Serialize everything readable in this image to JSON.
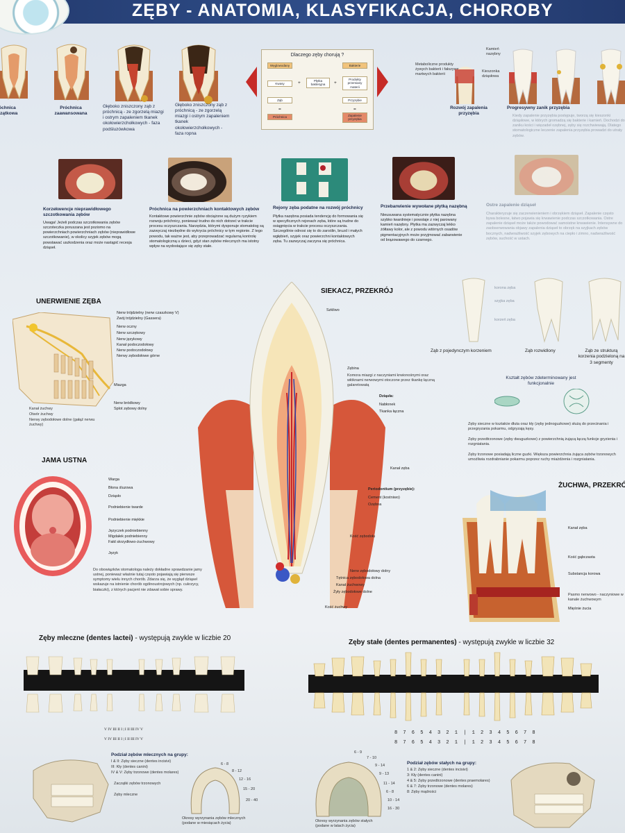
{
  "header": {
    "title": "ZĘBY - ANATOMIA, KLASYFIKACJA, CHOROBY"
  },
  "caries_stages": [
    {
      "label": "Próchnica początkowa"
    },
    {
      "label": "Próchnica zaawansowana"
    },
    {
      "label": "Głęboko zniszczony ząb z próchnicą - ze zgorzelą miazgi i ostrym zapaleniem tkanek okołowierzchołkowych - faza podśluzówkowa"
    },
    {
      "label": "Głęboko zniszczony ząb z próchnicą - ze zgorzelą miazgi i ostrym zapaleniem tkanek okołowierzchołkowych - faza ropna"
    }
  ],
  "flow_chart": {
    "title": "Dlaczego zęby chorują ?",
    "boxes": [
      "Węglowodany",
      "Bakterie",
      "Kwasy",
      "Płytka bakteryjna",
      "Produkty przemiany materii",
      "Ząb",
      "Przyzębie",
      "Próchnica",
      "Zapalenie przyzębia"
    ],
    "plus": "+",
    "equals": "="
  },
  "gum_disease": {
    "bacteria_label": "Metaboliczne produkty żywych bakterii i fałszywe martwych bakterii",
    "labels": [
      "Kamień nazębny",
      "Kieszonka dziąsłowa"
    ],
    "caption1": "Rozwój zapalenia przyzębia",
    "caption2": "Progresywny zanik przyzębia",
    "text": "Kiedy zapalenie przyzębia postępuje, tworzą się kieszonki dziąsłowe, w których gromadzą się bakterie i kamień. Dochodzi do zaniku kości i więzadeł ozębnej, zęby się rozchwiewają. Dlatego stomatologiczne leczenie zapalenia przyzębia prowadzi do utraty zębów."
  },
  "conditions": [
    {
      "title": "Korzekwencje nieprawidłowego szczotkowania zębów",
      "text": "Uwaga! Jeżeli podczas szczotkowania zębów szczoteczka poruszana jest poziomo na powierzchniach powierzchniach zębów (nieprawidłowe szczotkowanie), w okolicy szyjek zębów mogą powstawać uszkodzenia oraz może nastąpić recesja dziąseł."
    },
    {
      "title": "Próchnica na powierzchniach kontaktowych zębów",
      "text": "Kontaktowe powierzchnie zębów obciążone są dużym ryzykiem rozwoju próchnicy, ponieważ trudno do nich dotrzeć w trakcie procesu oczyszczania. Narzędzia, którymi dysponuje stomatolog są zazwyczaj niezbędne do wykrycia próchnicy w tym regionie. Z tego powodu, tak ważne jest, aby przeprowadzać regularną kontrolę stomatologiczną u dzieci, gdyż stan zębów mlecznych ma istotny wpływ na wydostające się zęby stałe."
    },
    {
      "title": "Rejony zęba podatne na rozwój próchnicy",
      "text": "Płytka nazębna posiada tendencję do formowania się w specyficznych rejonach zęba, które są trudne do osiągnięcia w trakcie procesu oczyszczania. Szczególnie odnosi się to do zaroślin, bruzd i małych wgłębień, szyjek oraz powierzchni kontaktowych zęba. Tu zazwyczaj zaczyna się próchnica."
    },
    {
      "title": "Przebarwienie wywołane płytką nazębną",
      "text": "Nieusuwana systematycznie płytka nazębna szybko twardnieje i powstaje z niej parowany kamień nazębny. Płytka ma zazwyczaj lekko żółtawy kolor, ale z powodu wtórnych osadów pigmentacyjnych może przyjmować zabarwienie od brązowawego do czarnego."
    },
    {
      "title": "Ostre zapalenie dziąseł",
      "text": "Charakteryzuje się zaczerwienieniem i obrzękiem dziąseł. Zapalenie często bywa bolesne, łatwo pojawia się krwawienie podczas szczotkowania. Ostre zapalenie dziąseł może także powodować samoistne krwawienie. Intensywne do zaobserwowania objawy zapalenia dziąseł to obrzęk na szyjkach zębów bocznych, nadwrażliwość szyjek zębowych na ciepło i zimno, nadwrażliwość zębów, suchość w ustach."
    }
  ],
  "innervation": {
    "heading": "UNERWIENIE ZĘBA",
    "labels": [
      "Nerw trójdzielny (nerw czaszkowy V)",
      "Zwój trójdzielny (Gassera)",
      "Nerw oczny",
      "Nerw szczękowy",
      "Nerw językowy",
      "Kanał podoczodołowy",
      "Nerw podoczodołowy",
      "Nerwy zębodołowe górne",
      "Miazga",
      "Nerw bródkowy",
      "Splot zębowy dolny"
    ],
    "left_labels": [
      "Kanał żuchwy",
      "Otwór żuchwy",
      "Nerwy zębodołowe dolne (gałąź nerwu żuchwy)"
    ]
  },
  "mouth": {
    "heading": "JAMA USTNA",
    "labels": [
      "Warga",
      "Błona śluzowa",
      "Dziąsło",
      "Podniebienie twarde",
      "Podniebienie miękkie",
      "Języczek podniebienny",
      "Migdałek podniebienny",
      "Fałd skrzydłowo-żuchwowy",
      "Język"
    ],
    "text": "Do obowiązków stomatologa należy dokładne sprawdzanie jamy ustnej, ponieważ właśnie tutaj często pojawiają się pierwsze symptomy wielu innych chorób. Zdarza się, że wygląd dziąseł wskazuje na istnienie chorób ogólnoustrojowych (np. cukrzycy, białaczki), z których pacjent nie zdawał sobie sprawy."
  },
  "incisor": {
    "heading": "SIEKACZ, PRZEKRÓJ",
    "labels_right": [
      "Szkliwo",
      "Zębina",
      "Komora miazgi z naczyniami krwionośnymi oraz włóknami nerwowymi otoczone przez tkankę łączną galaretowatą",
      "Dziąsła:",
      "Nabłonek",
      "Tkanka łączna",
      "Kanał zęba",
      "Periodontium (przyzębie):",
      "Cement (kostniwo)",
      "Ozębna",
      "Kość zębodołu",
      "Nerw zębodołowy dolny",
      "Tętnica zębodołowa dolna",
      "Kanał żuchwowy",
      "Żyły zębodołowe dolne",
      "Kość żuchwy"
    ]
  },
  "tooth_types": {
    "labels": [
      "korona zęba",
      "szyjka zęba",
      "korzeń zęba"
    ],
    "captions": [
      "Ząb z pojedynczym korzeniem",
      "Ząb rozwidlony",
      "Ząb ze strukturą korzenia podzieloną na 3 segmenty"
    ],
    "shape_title": "Kształt zębów zdeterminowany jest funkcjonalnie",
    "paragraphs": [
      "Zęby sieczne w kształcie dłuta oraz kły (zęby jednoguzkowe) służą do przecinania i przegryzania pokarmu, odgryzają kęsy.",
      "Zęby przedtrzonowe (zęby dwuguzkowe) z powierzchnią żującą łączą funkcje gryzienia i rozgniatania.",
      "Zęby trzonowe posiadają liczne guzki. Większa powierzchnia żująca zębów trzonowych umożliwia rozdrabnianie pokarmu poprzez ruchy miażdżenia i rozgniatania."
    ]
  },
  "mandible": {
    "heading": "ŻUCHWA, PRZEKRÓJ",
    "labels": [
      "Kanał zęba",
      "Kość gąbczasta",
      "Substancja korowa",
      "Pasmo nerwowo - naczyniowe w kanale żuchwowym",
      "Mięśnie żucia"
    ]
  },
  "deciduous": {
    "heading_bold": "Zęby mleczne (dentes lactei)",
    "heading_rest": " - występują zwykle w liczbie 20",
    "numbering_top": "V IV III II I | I II III IV V",
    "numbering_bottom": "V IV III II I | I II III IV V",
    "groups_title": "Podział zębów mlecznych na grupy:",
    "groups": [
      "I & II: Zęby sieczne (dentes incisivi)",
      "III: Kły (dentes canini)",
      "IV & V: Zęby trzonowe (dentes molares)"
    ],
    "skull_labels": [
      "Zaczątki zębów trzonowych",
      "Zęby mleczne"
    ],
    "ranges": [
      "6 - 8",
      "8 - 12",
      "12 - 16",
      "15 - 20",
      "20 - 40"
    ],
    "period_caption": "Okresy wyrzynania zębów mlecznych (podane w miesiącach życia)"
  },
  "permanent": {
    "heading_bold": "Zęby stałe (dentes permanentes)",
    "heading_rest": " - występują zwykle w liczbie 32",
    "numbering_top": "8 7 6 5 4 3 2 1 | 1 2 3 4 5 6 7 8",
    "numbering_bottom": "8 7 6 5 4 3 2 1 | 1 2 3 4 5 6 7 8",
    "groups_title": "Podział zębów stałych na grupy:",
    "groups": [
      "1 & 2: Zęby sieczne (dentes incisivi)",
      "3: Kły (dentes canini)",
      "4 & 5: Zęby przedtrzonowe (dentes praemolares)",
      "6 & 7: Zęby trzonowe (dentes molares)",
      "8: Zęby mądrości"
    ],
    "ranges": [
      "6 - 9",
      "7 - 10",
      "9 - 14",
      "9 - 13",
      "11 - 14",
      "6 - 8",
      "10 - 14",
      "16 - 30"
    ],
    "period_caption": "Okresy wyrzynania zębów stałych (podane w latach życia)"
  },
  "colors": {
    "banner": "#2f4d88",
    "arrow": "#c62b27",
    "gum": "#d65a3a",
    "dentin": "#f4ecd0"
  }
}
